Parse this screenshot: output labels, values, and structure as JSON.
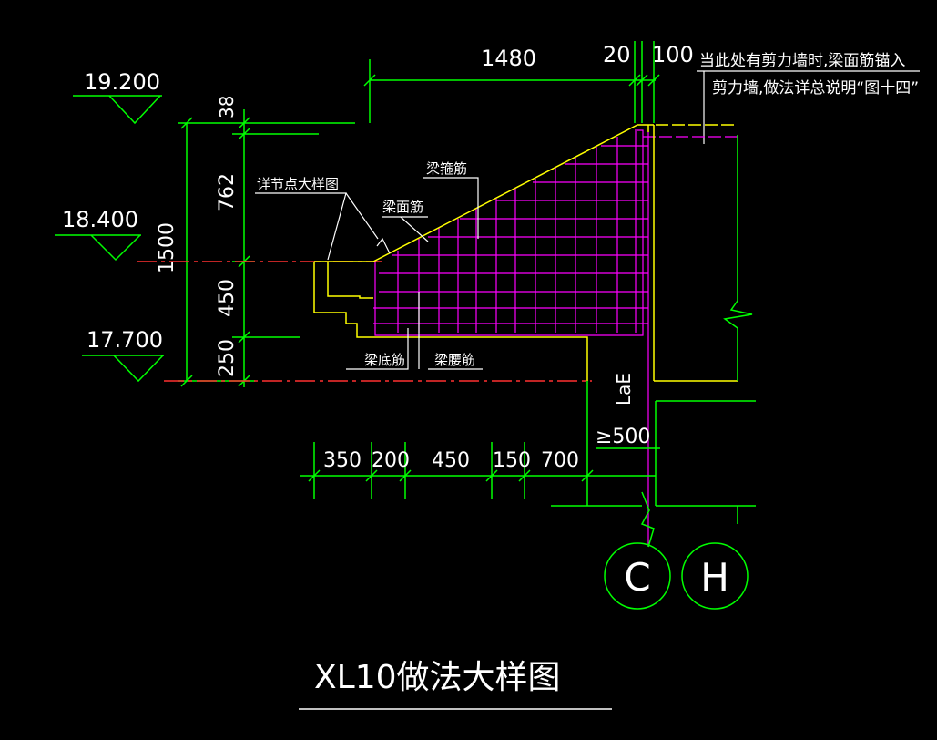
{
  "drawing": {
    "title": "XL10做法大样图",
    "note_line1": "当此处有剪力墙时,梁面筋锚入",
    "note_line2": "剪力墙,做法详总说明“图十四”",
    "labels": {
      "detail": "详节点大样图",
      "top_bar": "梁面筋",
      "stirrup": "梁箍筋",
      "bottom_bar": "梁底筋",
      "waist_bar": "梁腰筋",
      "anchor": "LaE",
      "min_len": "≥500"
    },
    "elevations": [
      "19.200",
      "18.400",
      "17.700"
    ],
    "dims_top": [
      "1480",
      "20",
      "100"
    ],
    "dims_left": [
      "38",
      "762",
      "450",
      "250"
    ],
    "dim_total": "1500",
    "dims_bottom": [
      "350",
      "200",
      "450",
      "150",
      "700"
    ],
    "axes": [
      "C",
      "H"
    ],
    "colors": {
      "green": "#00ff00",
      "magenta": "#ff00ff",
      "yellow": "#ffff00",
      "red": "#ff0000",
      "white": "#ffffff",
      "dash": "#ff3030"
    }
  }
}
